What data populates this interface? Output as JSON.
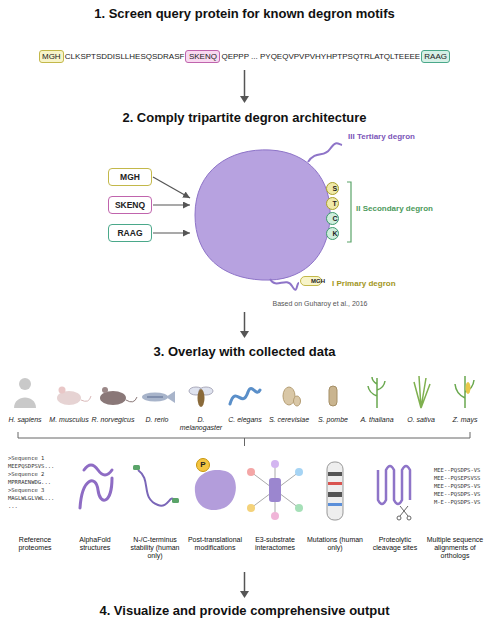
{
  "diagram": {
    "nodes": [
      {
        "text": [
          "MGH"
        ]
      },
      {
        "text": [
          "SKENQ"
        ]
      },
      {
        "text": [
          "RAAG"
        ]
      },
      {
        "text": [
          "MGH"
        ]
      },
      {
        "text": [
          "SKENQ"
        ]
      },
      {
        "text": [
          "RAAG"
        ]
      },
      {
        "text": [
          "III Tertiary degron",
          "II Secondary degron",
          "I Primary degron"
        ]
      },
      {
        "text": [
          "S"
        ],
        "in": 6
      },
      {
        "text": [
          "T"
        ],
        "in": 6
      },
      {
        "text": [
          "C"
        ],
        "in": 6
      },
      {
        "text": [
          "K"
        ],
        "in": 6
      },
      {
        "text": [
          "MGH"
        ],
        "in": 6
      },
      {
        "text": [
          "P"
        ]
      }
    ],
    "edges": [
      {
        "from": 3,
        "to": 6,
        "arrow": "to"
      },
      {
        "from": 4,
        "to": 6,
        "arrow": "to"
      },
      {
        "from": 5,
        "to": 6,
        "arrow": "to"
      }
    ],
    "labels": [
      "1. Screen query protein for known degron motifs",
      "CLKSPTSDDISLLHESQSDRASF",
      "QEPPP ... PYQEQVPVPVHYHPTPSQTRLATQLTEEEE",
      "2. Comply tripartite degron architecture",
      "Based on Guharoy et al., 2016",
      "3. Overlay with collected data",
      "H. sapiens",
      "M. musculus",
      "R. norvegicus",
      "D. rerio",
      "D. melanogaster",
      "C. elegans",
      "S. cerevisiae",
      "S. pombe",
      "A. thaliana",
      "O. sativa",
      "Z. mays",
      ">Sequence 1",
      "MEEPQSDPSVS...",
      ">Sequence 2",
      "MPRRAENWDG...",
      ">Sequence 3",
      "MAGLWLGLVWL...",
      "...",
      "MEE--PQSDPS-VS",
      "MEE--PQSEPSVSS",
      "MEE--PQSDPS-VS",
      "MEE--PQSDPS-VS",
      "M-E--PQSDPS-VS",
      "Reference proteomes",
      "AlphaFold structures",
      "N-/C-terminus stability (human only)",
      "Post-translational modifications",
      "E3-substrate interactomes",
      "Mutations (human only)",
      "Proteolytic cleavage sites",
      "Multiple sequence alignments of orthologs",
      "4. Visualize and provide comprehensive output"
    ]
  }
}
